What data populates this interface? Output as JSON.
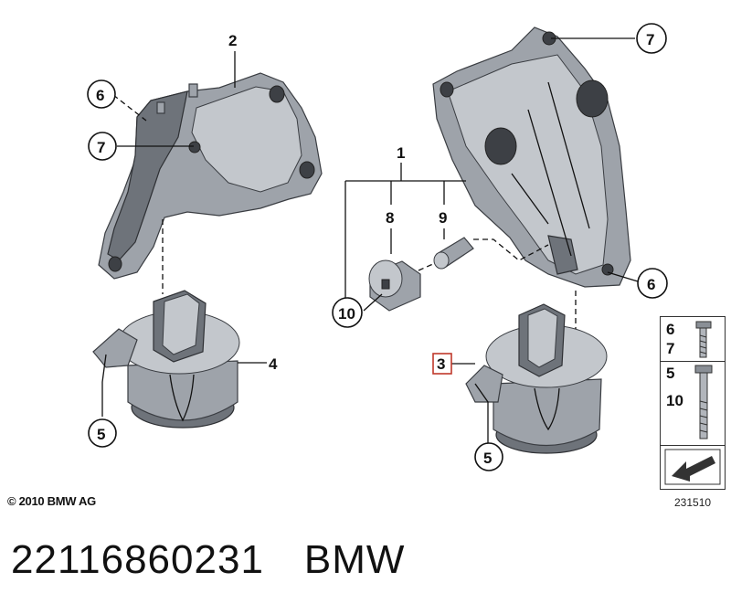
{
  "callouts": {
    "c1": "1",
    "c2": "2",
    "c3": "3",
    "c4": "4",
    "c5a": "5",
    "c5b": "5",
    "c6a": "6",
    "c6b": "6",
    "c7a": "7",
    "c7b": "7",
    "c8": "8",
    "c9": "9",
    "c10": "10"
  },
  "hardware_table": {
    "row1": [
      "6",
      "7"
    ],
    "row2": [
      "5",
      "10"
    ]
  },
  "copyright": "© 2010 BMW AG",
  "diagram_number": "231510",
  "footer": {
    "part_number": "22116860231",
    "brand": "BMW"
  },
  "colors": {
    "highlight": "#c0392b",
    "part": "#9ea3aa"
  },
  "icons": {
    "arrow": "arrow-down-left-icon"
  }
}
